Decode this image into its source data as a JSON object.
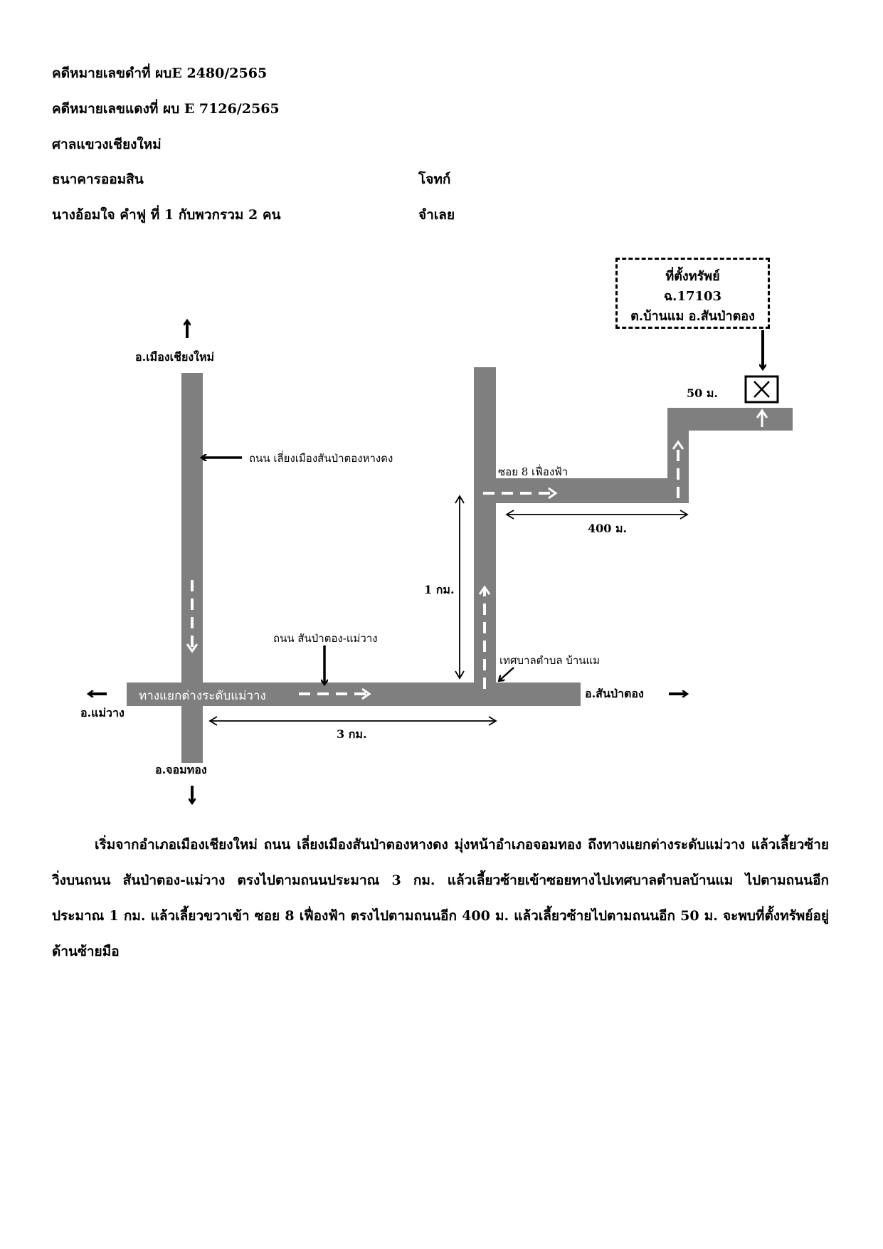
{
  "header": {
    "black_case": "คดีหมายเลขดำที่ ผบE 2480/2565",
    "red_case": "คดีหมายเลขแดงที่ ผบ E 7126/2565",
    "court": "ศาลแขวงเชียงใหม่",
    "plaintiff_name": "ธนาคารออมสิน",
    "plaintiff_role": "โจทก์",
    "defendant_name": "นางอ้อมใจ  คำฟู   ที่ 1 กับพวกรวม 2  คน",
    "defendant_role": "จำเลย"
  },
  "map": {
    "property_box": {
      "title": "ที่ตั้งทรัพย์",
      "deed": "ฉ.17103",
      "location": "ต.บ้านแม อ.สันป่าตอง"
    },
    "labels": {
      "north": "อ.เมืองเชียงใหม่",
      "south": "อ.จอมทอง",
      "west": "อ.แม่วาง",
      "east": "อ.สันป่าตอง",
      "road_bypass": "ถนน เลี่ยงเมืองสันป่าตองหางดง",
      "road_sanpatong": "ถนน สันป่าตอง-แม่วาง",
      "interchange": "ทางแยกต่างระดับแม่วาง",
      "municipality": "เทศบาลตำบล บ้านแม",
      "soi": "ซอย 8 เฟื่องฟ้า",
      "dist_3km": "3 กม.",
      "dist_1km": "1 กม.",
      "dist_400m": "400 ม.",
      "dist_50m": "50 ม."
    },
    "colors": {
      "road": "#7f7f7f",
      "route_arrow": "#ffffff"
    }
  },
  "directions": "เริ่มจากอำเภอเมืองเชียงใหม่ ถนน เลี่ยงเมืองสันป่าตองหางดง มุ่งหน้าอำเภอจอมทอง ถึงทางแยกต่างระดับแม่วาง แล้วเลี้ยวซ้าย วิ่งบนถนน สันป่าตอง-แม่วาง ตรงไปตามถนนประมาณ 3 กม. แล้วเลี้ยวซ้ายเข้าซอยทางไปเทศบาลตำบลบ้านแม ไปตามถนนอีกประมาณ 1 กม. แล้วเลี้ยวขวาเข้า ซอย 8 เฟื่องฟ้า ตรงไปตามถนนอีก 400 ม. แล้วเลี้ยวซ้ายไปตามถนนอีก 50 ม.  จะพบที่ตั้งทรัพย์อยู่ด้านซ้ายมือ"
}
